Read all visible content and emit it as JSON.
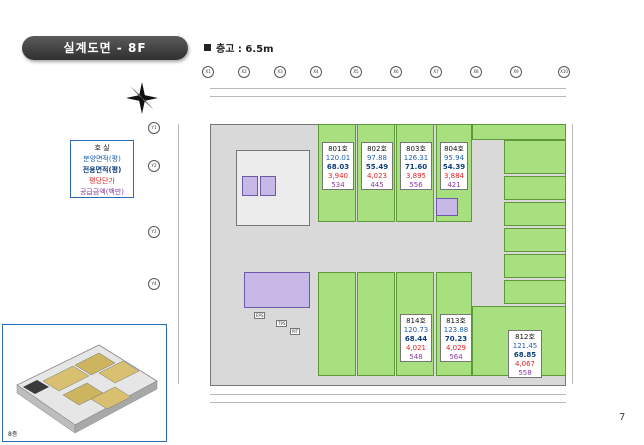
{
  "header": {
    "title": "실계도면 - 8F",
    "height_note": "층고 : 6.5m"
  },
  "legend": {
    "line1": "호    실",
    "line2": "분양면적(평)",
    "line3": "전용면적(평)",
    "line4": "평당단가",
    "line5": "공급금액(백만)"
  },
  "units": {
    "u801": {
      "name": "801호",
      "supply": "120.01",
      "exclusive": "68.03",
      "price": "3,940",
      "total": "534"
    },
    "u802": {
      "name": "802호",
      "supply": "97.88",
      "exclusive": "55.49",
      "price": "4,023",
      "total": "445"
    },
    "u803": {
      "name": "803호",
      "supply": "126.31",
      "exclusive": "71.60",
      "price": "3,895",
      "total": "556"
    },
    "u804": {
      "name": "804호",
      "supply": "95.94",
      "exclusive": "54.39",
      "price": "3,884",
      "total": "421"
    },
    "u814": {
      "name": "814호",
      "supply": "120.73",
      "exclusive": "68.44",
      "price": "4,021",
      "total": "548"
    },
    "u813": {
      "name": "813호",
      "supply": "123.88",
      "exclusive": "70.23",
      "price": "4,029",
      "total": "564"
    },
    "u812": {
      "name": "812호",
      "supply": "121.45",
      "exclusive": "68.85",
      "price": "4,067",
      "total": "558"
    }
  },
  "inset": {
    "label": "8층"
  },
  "page_number": "7",
  "colors": {
    "unit_green": "#a9e07f",
    "core_purple": "#c7b8e8",
    "title_bg": "#3c3c3c"
  }
}
